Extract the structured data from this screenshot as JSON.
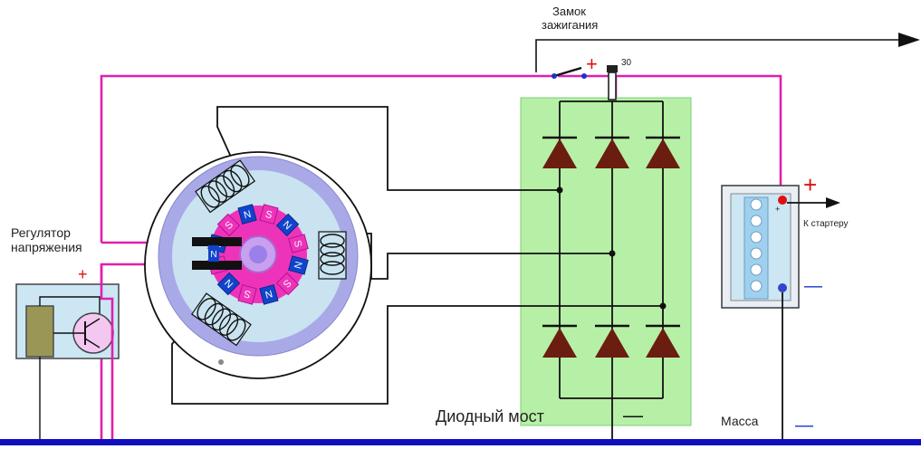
{
  "labels": {
    "ignition_line1": "Замок",
    "ignition_line2": "зажигания",
    "terminal_30": "30",
    "plus": "+",
    "regulator_line1": "Регулятор",
    "regulator_line2": "напряжения",
    "to_starter": "К стартеру",
    "diode_bridge": "Диодный мост",
    "mass": "Масса",
    "minus": "—"
  },
  "rotor_poles": [
    "S",
    "N",
    "S",
    "N",
    "S",
    "N",
    "S",
    "N",
    "S",
    "N",
    "S",
    "N"
  ],
  "colors": {
    "pink_wire": "#e020b0",
    "black_wire": "#111111",
    "ground_bar": "#1010c0",
    "bridge_fill": "#b6f0a6",
    "diode": "#6b1d10",
    "rotor": "#ee33bb",
    "pole_blue": "#1144cc",
    "stator_ring": "#a9a9e8",
    "stator_inner": "#c9e3f0",
    "regulator_box": "#cce6f4",
    "resistor": "#9a9656",
    "transistor": "#f4c7f0",
    "red_sign": "#e01010",
    "blue_sign": "#1a33cc"
  }
}
